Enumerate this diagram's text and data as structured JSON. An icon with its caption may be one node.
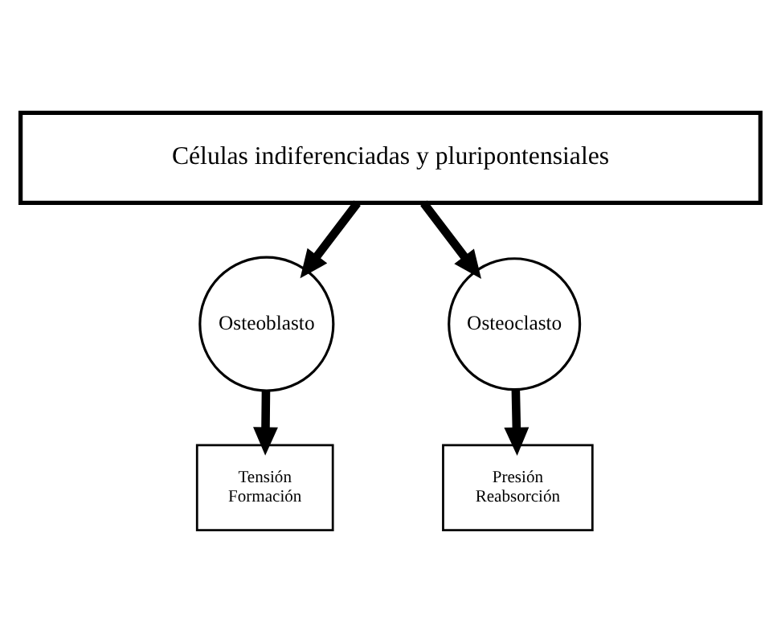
{
  "diagram": {
    "nodes": [
      {
        "text": [
          "Células indiferenciadas y pluripontensiales"
        ]
      },
      {
        "text": [
          "Osteoblasto"
        ]
      },
      {
        "text": [
          "Osteoclasto"
        ]
      },
      {
        "text": [
          "Tensión",
          "Formación"
        ]
      },
      {
        "text": [
          "Presión",
          "Reabsorción"
        ]
      }
    ],
    "edges": [
      {
        "from": 0,
        "to": 1,
        "arrow": "to"
      },
      {
        "from": 0,
        "to": 2,
        "arrow": "to"
      },
      {
        "from": 1,
        "to": 3,
        "arrow": "to"
      },
      {
        "from": 2,
        "to": 4,
        "arrow": "to"
      }
    ]
  }
}
